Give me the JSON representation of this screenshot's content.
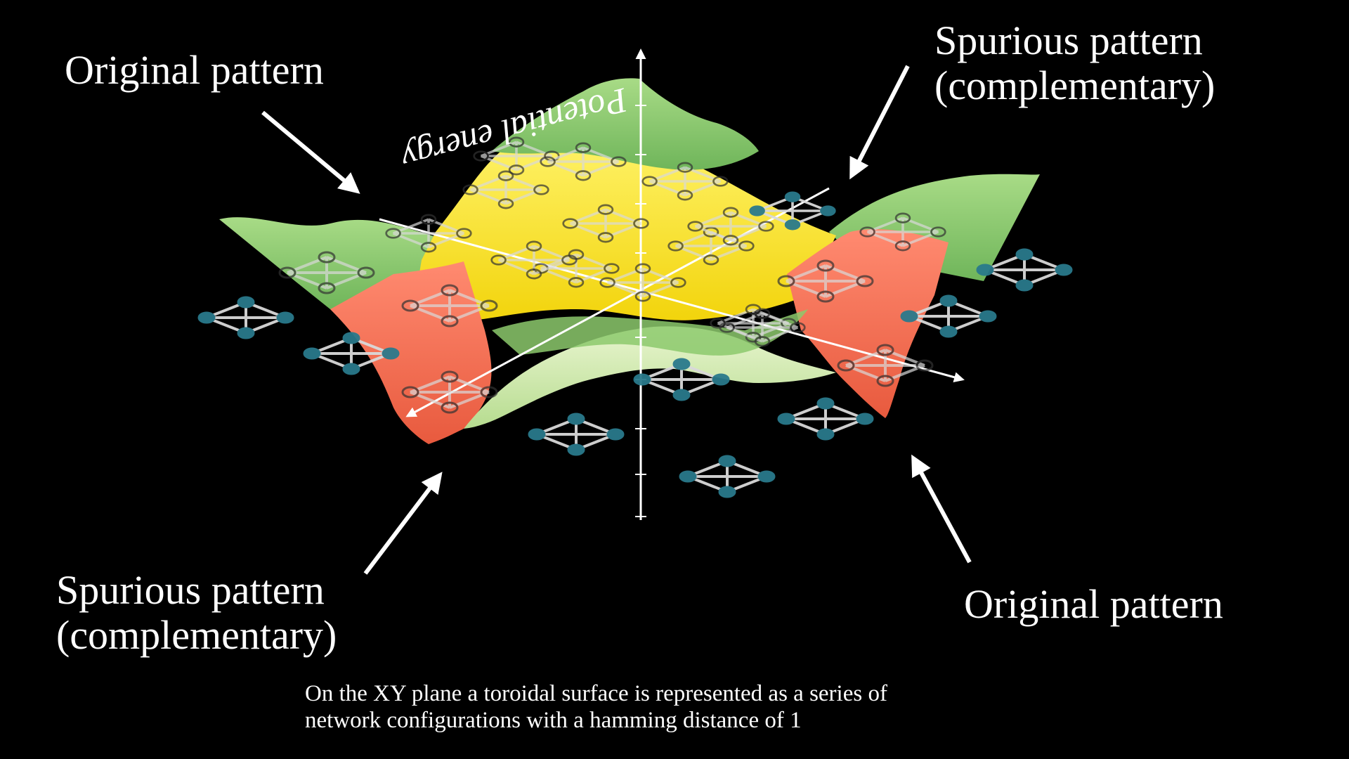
{
  "labels": {
    "original_top_left": "Original pattern",
    "spurious_top_right": [
      "Spurious pattern",
      "(complementary)"
    ],
    "spurious_bottom_left": [
      "Spurious pattern",
      "(complementary)"
    ],
    "original_bottom_right": "Original pattern"
  },
  "axis_label": "Potential energy",
  "caption": [
    "On the XY plane a toroidal surface is represented as a series of",
    "network configurations with a hamming distance of 1"
  ],
  "colors": {
    "background": "#000000",
    "text": "#ffffff",
    "high_energy": "#f7e21a",
    "low_energy": "#f2735a",
    "mid_energy": "#9fd37a",
    "node_fill": "#2a7a8c",
    "network_edges": "#d9d9d9"
  }
}
